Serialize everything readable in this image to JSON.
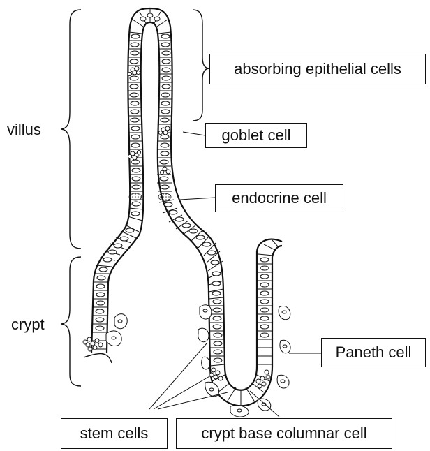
{
  "labels": {
    "villus": "villus",
    "crypt": "crypt",
    "absorbing": "absorbing epithelial cells",
    "goblet": "goblet cell",
    "endocrine": "endocrine cell",
    "paneth": "Paneth cell",
    "stem": "stem cells",
    "cbc": "crypt base columnar cell"
  }
}
